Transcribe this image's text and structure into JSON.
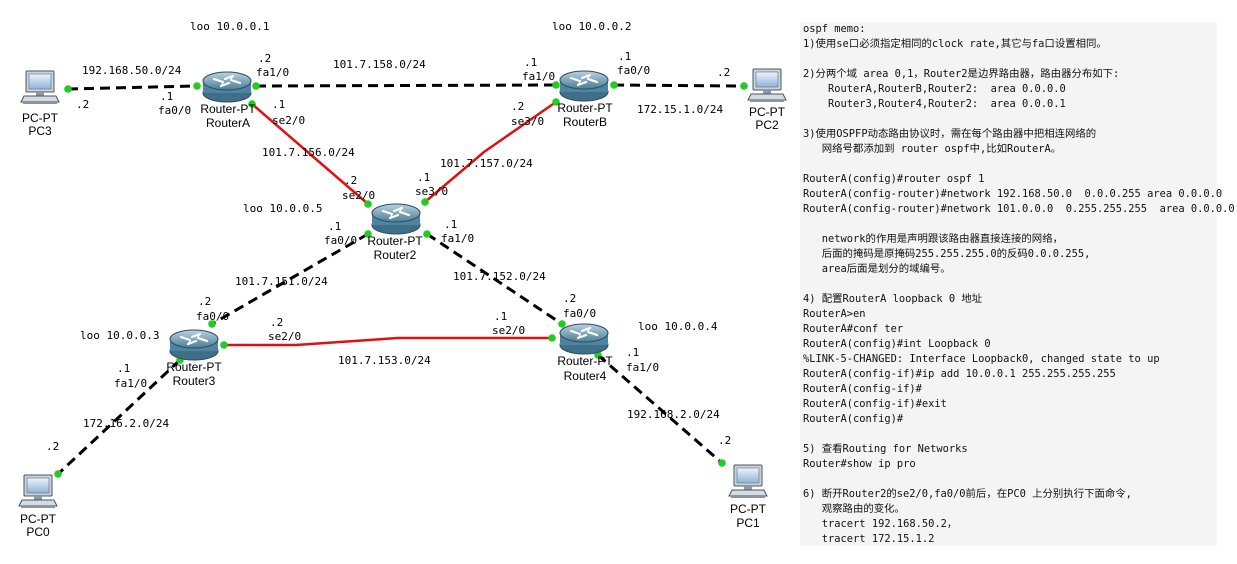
{
  "topology": {
    "routers": [
      {
        "id": "router-a",
        "model": "Router-PT",
        "name": "RouterA",
        "loopback": "loo 10.0.0.1"
      },
      {
        "id": "router-b",
        "model": "Router-PT",
        "name": "RouterB",
        "loopback": "loo 10.0.0.2"
      },
      {
        "id": "router-2",
        "model": "Router-PT",
        "name": "Router2",
        "loopback": "loo 10.0.0.5"
      },
      {
        "id": "router-3",
        "model": "Router-PT",
        "name": "Router3",
        "loopback": "loo 10.0.0.3"
      },
      {
        "id": "router-4",
        "model": "Router-PT",
        "name": "Router4",
        "loopback": "loo 10.0.0.4"
      }
    ],
    "pcs": [
      {
        "id": "pc3",
        "model": "PC-PT",
        "name": "PC3"
      },
      {
        "id": "pc2",
        "model": "PC-PT",
        "name": "PC2"
      },
      {
        "id": "pc0",
        "model": "PC-PT",
        "name": "PC0"
      },
      {
        "id": "pc1",
        "model": "PC-PT",
        "name": "PC1"
      }
    ],
    "links": [
      {
        "id": "pc3-ra",
        "network": "192.168.50.0/24",
        "end_a": {
          "host": ".2"
        },
        "end_b": {
          "host": ".1",
          "iface": "fa0/0"
        },
        "kind": "ethernet"
      },
      {
        "id": "ra-rb",
        "network": "101.7.158.0/24",
        "end_a": {
          "host": ".2",
          "iface": "fa1/0"
        },
        "end_b": {
          "host": ".1",
          "iface": "fa1/0"
        },
        "kind": "ethernet"
      },
      {
        "id": "rb-pc2",
        "network": "172.15.1.0/24",
        "end_a": {
          "host": ".1",
          "iface": "fa0/0"
        },
        "end_b": {
          "host": ".2"
        },
        "kind": "ethernet"
      },
      {
        "id": "ra-r2",
        "network": "101.7.156.0/24",
        "end_a": {
          "host": ".1",
          "iface": "se2/0"
        },
        "end_b": {
          "host": ".2",
          "iface": "se2/0"
        },
        "kind": "serial"
      },
      {
        "id": "rb-r2",
        "network": "101.7.157.0/24",
        "end_a": {
          "host": ".2",
          "iface": "se3/0"
        },
        "end_b": {
          "host": ".1",
          "iface": "se3/0"
        },
        "kind": "serial"
      },
      {
        "id": "r2-r3",
        "network": "101.7.151.0/24",
        "end_a": {
          "host": ".1",
          "iface": "fa0/0"
        },
        "end_b": {
          "host": ".2",
          "iface": "fa0/0"
        },
        "kind": "ethernet"
      },
      {
        "id": "r2-r4",
        "network": "101.7.152.0/24",
        "end_a": {
          "host": ".1",
          "iface": "fa1/0"
        },
        "end_b": {
          "host": ".2",
          "iface": "fa0/0"
        },
        "kind": "ethernet"
      },
      {
        "id": "r3-r4",
        "network": "101.7.153.0/24",
        "end_a": {
          "host": ".2",
          "iface": "se2/0"
        },
        "end_b": {
          "host": ".1",
          "iface": "se2/0"
        },
        "kind": "serial"
      },
      {
        "id": "r3-pc0",
        "network": "172.16.2.0/24",
        "end_a": {
          "host": ".1",
          "iface": "fa1/0"
        },
        "end_b": {
          "host": ".2"
        },
        "kind": "ethernet"
      },
      {
        "id": "r4-pc1",
        "network": "192.168.2.0/24",
        "end_a": {
          "host": ".1",
          "iface": "fa1/0"
        },
        "end_b": {
          "host": ".2"
        },
        "kind": "ethernet"
      }
    ]
  },
  "colors": {
    "ethernet_link": "#000000",
    "serial_link": "#e01010",
    "port_up": "#22cc22",
    "router_body": "#5e8fa8",
    "memo_bg": "#f4f4f4"
  },
  "memo": {
    "lines": [
      "ospf memo:",
      "1)使用se口必须指定相同的clock rate,其它与fa口设置相同。",
      "",
      "2)分两个域 area 0,1，Router2是边界路由器，路由器分布如下:",
      "    RouterA,RouterB,Router2:  area 0.0.0.0",
      "    Router3,Router4,Router2:  area 0.0.0.1",
      "",
      "3)使用OSPFP动态路由协议时，需在每个路由器中把相连网络的",
      "   网络号都添加到 router ospf中,比如RouterA。",
      "",
      "RouterA(config)#router ospf 1",
      "RouterA(config-router)#network 192.168.50.0  0.0.0.255 area 0.0.0.0",
      "RouterA(config-router)#network 101.0.0.0  0.255.255.255  area 0.0.0.0",
      "",
      "   network的作用是声明跟该路由器直接连接的网络，",
      "   后面的掩码是原掩码255.255.255.0的反码0.0.0.255,",
      "   area后面是划分的域编号。",
      "",
      "4) 配置RouterA loopback 0 地址",
      "RouterA>en",
      "RouterA#conf ter",
      "RouterA(config)#int Loopback 0",
      "%LINK-5-CHANGED: Interface Loopback0, changed state to up",
      "RouterA(config-if)#ip add 10.0.0.1 255.255.255.255",
      "RouterA(config-if)#",
      "RouterA(config-if)#exit",
      "RouterA(config)#",
      "",
      "5) 查看Routing for Networks",
      "Router#show ip pro",
      "",
      "6) 断开Router2的se2/0,fa0/0前后，在PC0 上分别执行下面命令,",
      "   观察路由的变化。",
      "   tracert 192.168.50.2，",
      "   tracert 172.15.1.2"
    ]
  }
}
